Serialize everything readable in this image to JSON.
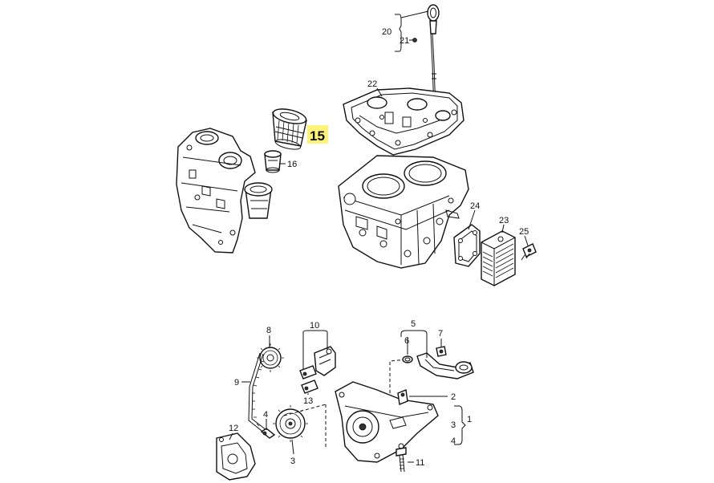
{
  "diagram": {
    "highlight_color": "#fff27a",
    "line_color": "#111111",
    "highlighted_label": "15",
    "labels": {
      "l1": "1",
      "l2": "2",
      "l3": "3",
      "l3b": "3",
      "l4": "4",
      "l5": "5",
      "l6": "6",
      "l7": "7",
      "l8": "8",
      "l9": "9",
      "l10": "10",
      "l11": "11",
      "l12": "12",
      "l13": "13",
      "l16": "16",
      "l20": "20",
      "l21": "21",
      "l22": "22",
      "l23": "23",
      "l24": "24",
      "l25": "25"
    }
  }
}
